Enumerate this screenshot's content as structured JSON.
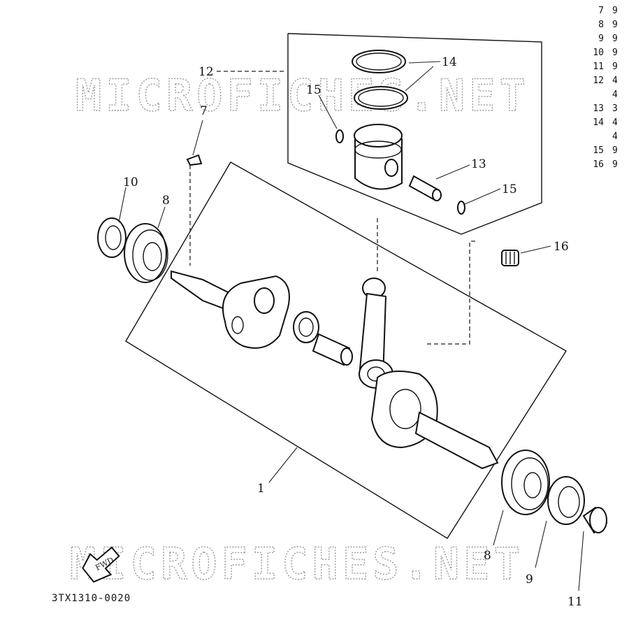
{
  "callouts": {
    "c1": "1",
    "c7": "7",
    "c8a": "8",
    "c8b": "8",
    "c9": "9",
    "c10": "10",
    "c11": "11",
    "c12": "12",
    "c13": "13",
    "c14": "14",
    "c15a": "15",
    "c15b": "15",
    "c16": "16",
    "fwd": "FWD"
  },
  "watermark": {
    "top": "MICROFICHES.NET",
    "bottom": "MICROFICHES.NET"
  },
  "drawing_code": "3TX1310-0020",
  "parts_table": [
    {
      "num": "7",
      "part": "9"
    },
    {
      "num": "8",
      "part": "9"
    },
    {
      "num": "9",
      "part": "9"
    },
    {
      "num": "10",
      "part": "9"
    },
    {
      "num": "11",
      "part": "9"
    },
    {
      "num": "12",
      "part": "4"
    },
    {
      "num": "",
      "part": "4"
    },
    {
      "num": "13",
      "part": "3"
    },
    {
      "num": "14",
      "part": "4"
    },
    {
      "num": "",
      "part": "4"
    },
    {
      "num": "15",
      "part": "9"
    },
    {
      "num": "16",
      "part": "9"
    }
  ]
}
